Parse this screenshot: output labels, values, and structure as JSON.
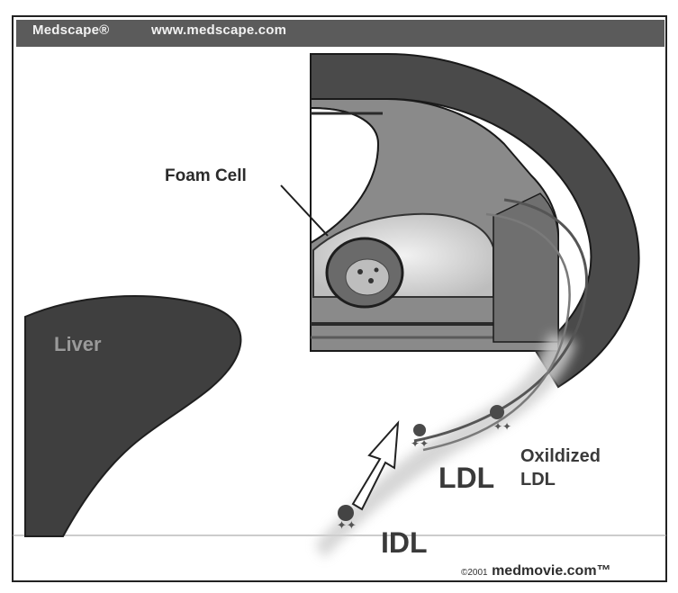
{
  "header": {
    "brand": "Medscape®",
    "url": "www.medscape.com"
  },
  "labels": {
    "foam_cell": "Foam Cell",
    "liver": "Liver",
    "oxidized_line1": "Oxildized",
    "oxidized_line2": "LDL",
    "ldl": "LDL",
    "idl": "IDL",
    "copyright_prefix": "©2001",
    "copyright_site": " medmovie.com™"
  },
  "colors": {
    "header_bar": "#5b5b5b",
    "liver": "#3f3f3f",
    "vessel_dark": "#4a4a4a",
    "vessel_mid": "#8a8a8a",
    "vessel_light": "#bdbdbd"
  }
}
